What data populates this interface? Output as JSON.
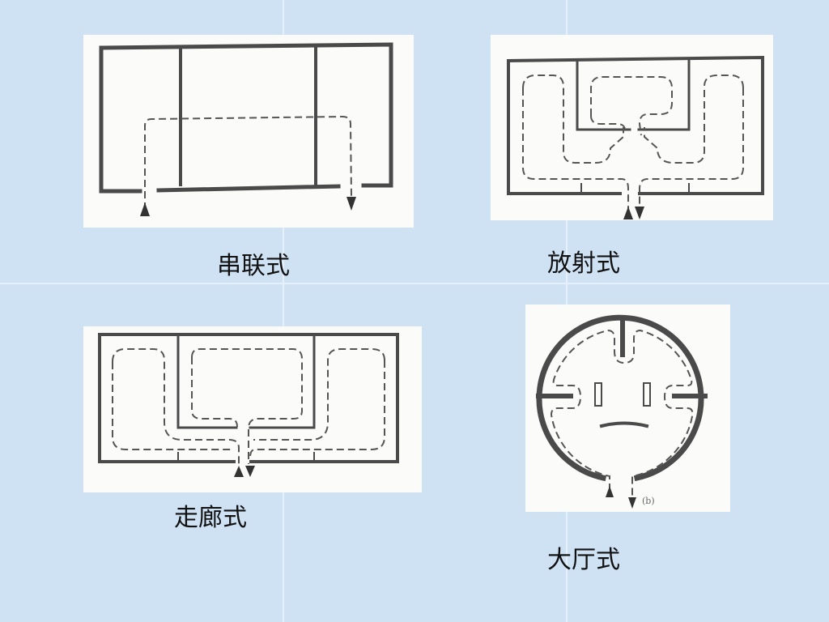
{
  "diagrams": [
    {
      "id": "series",
      "caption": "串联式"
    },
    {
      "id": "radial",
      "caption": "放射式"
    },
    {
      "id": "corridor",
      "caption": "走廊式"
    },
    {
      "id": "hall",
      "caption": "大厅式",
      "figure_label": "(b)"
    }
  ],
  "colors": {
    "background": "#cfe2f4",
    "panel": "#fbfbfa",
    "wall": "#4a4a4a",
    "route": "#555555"
  }
}
